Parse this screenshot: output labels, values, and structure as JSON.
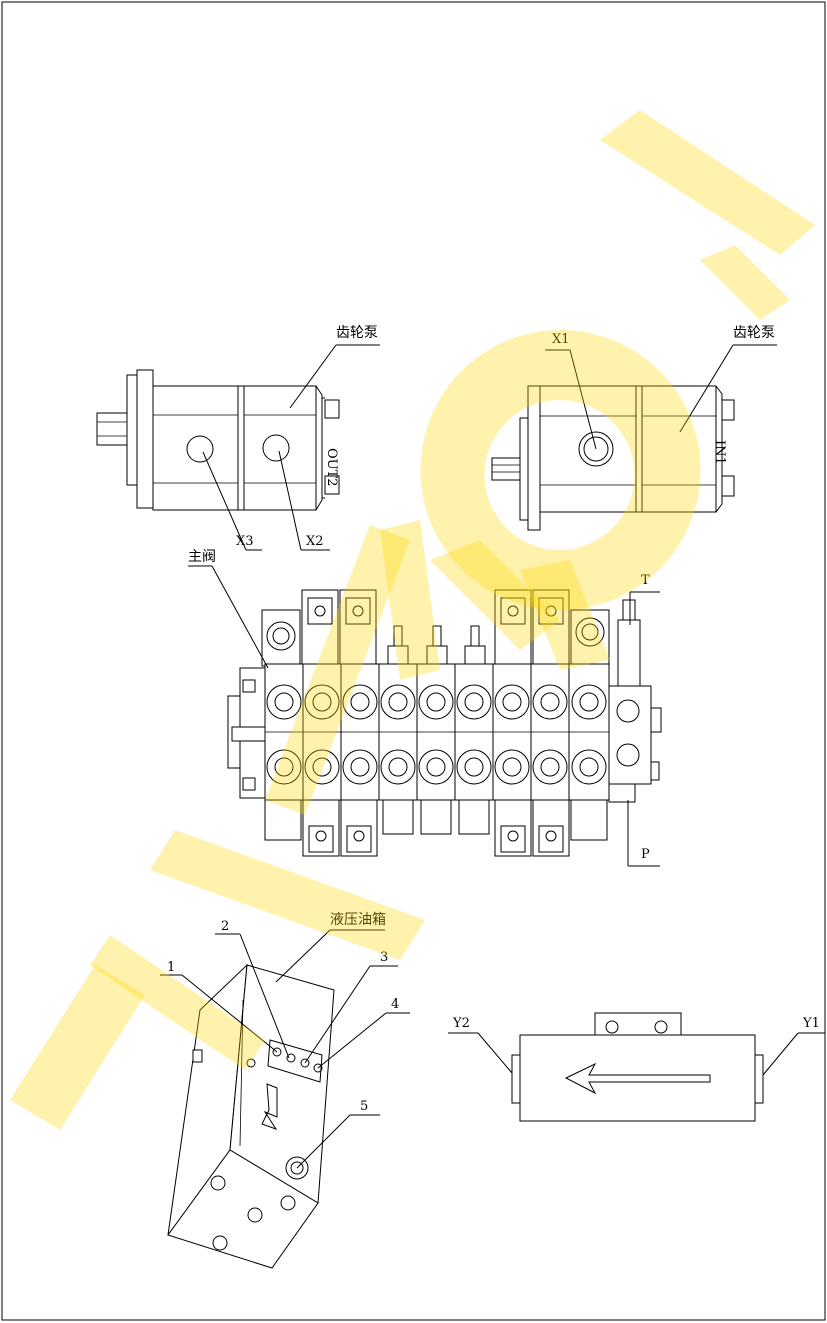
{
  "labels": {
    "gear_pump_left": "齿轮泵",
    "gear_pump_right": "齿轮泵",
    "x1": "X1",
    "x2": "X2",
    "x3": "X3",
    "main_valve": "主阀",
    "t_port": "T",
    "p_port": "P",
    "hydraulic_tank": "液压油箱",
    "n1": "1",
    "n2": "2",
    "n3": "3",
    "n4": "4",
    "n5": "5",
    "y1": "Y1",
    "y2": "Y2"
  },
  "pump_marks": {
    "left_end": "OUT2",
    "right_end": "IN1"
  },
  "watermark": {
    "text": "TAYON",
    "color": "#FFD700"
  }
}
